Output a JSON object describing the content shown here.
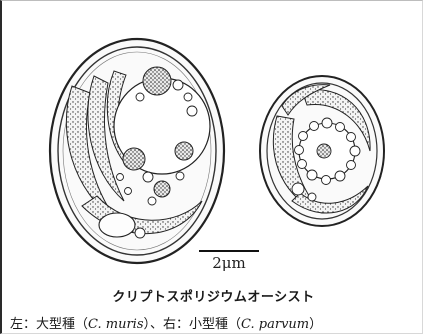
{
  "figure": {
    "scale_bar_label": "2μm",
    "caption_title": "クリプトスポリジウムオーシスト",
    "caption_parts": {
      "left_prefix": "左：大型種（",
      "left_species": "C. muris",
      "separator": "）、右：小型種（",
      "right_species": "C. parvum",
      "suffix": "）"
    }
  }
}
